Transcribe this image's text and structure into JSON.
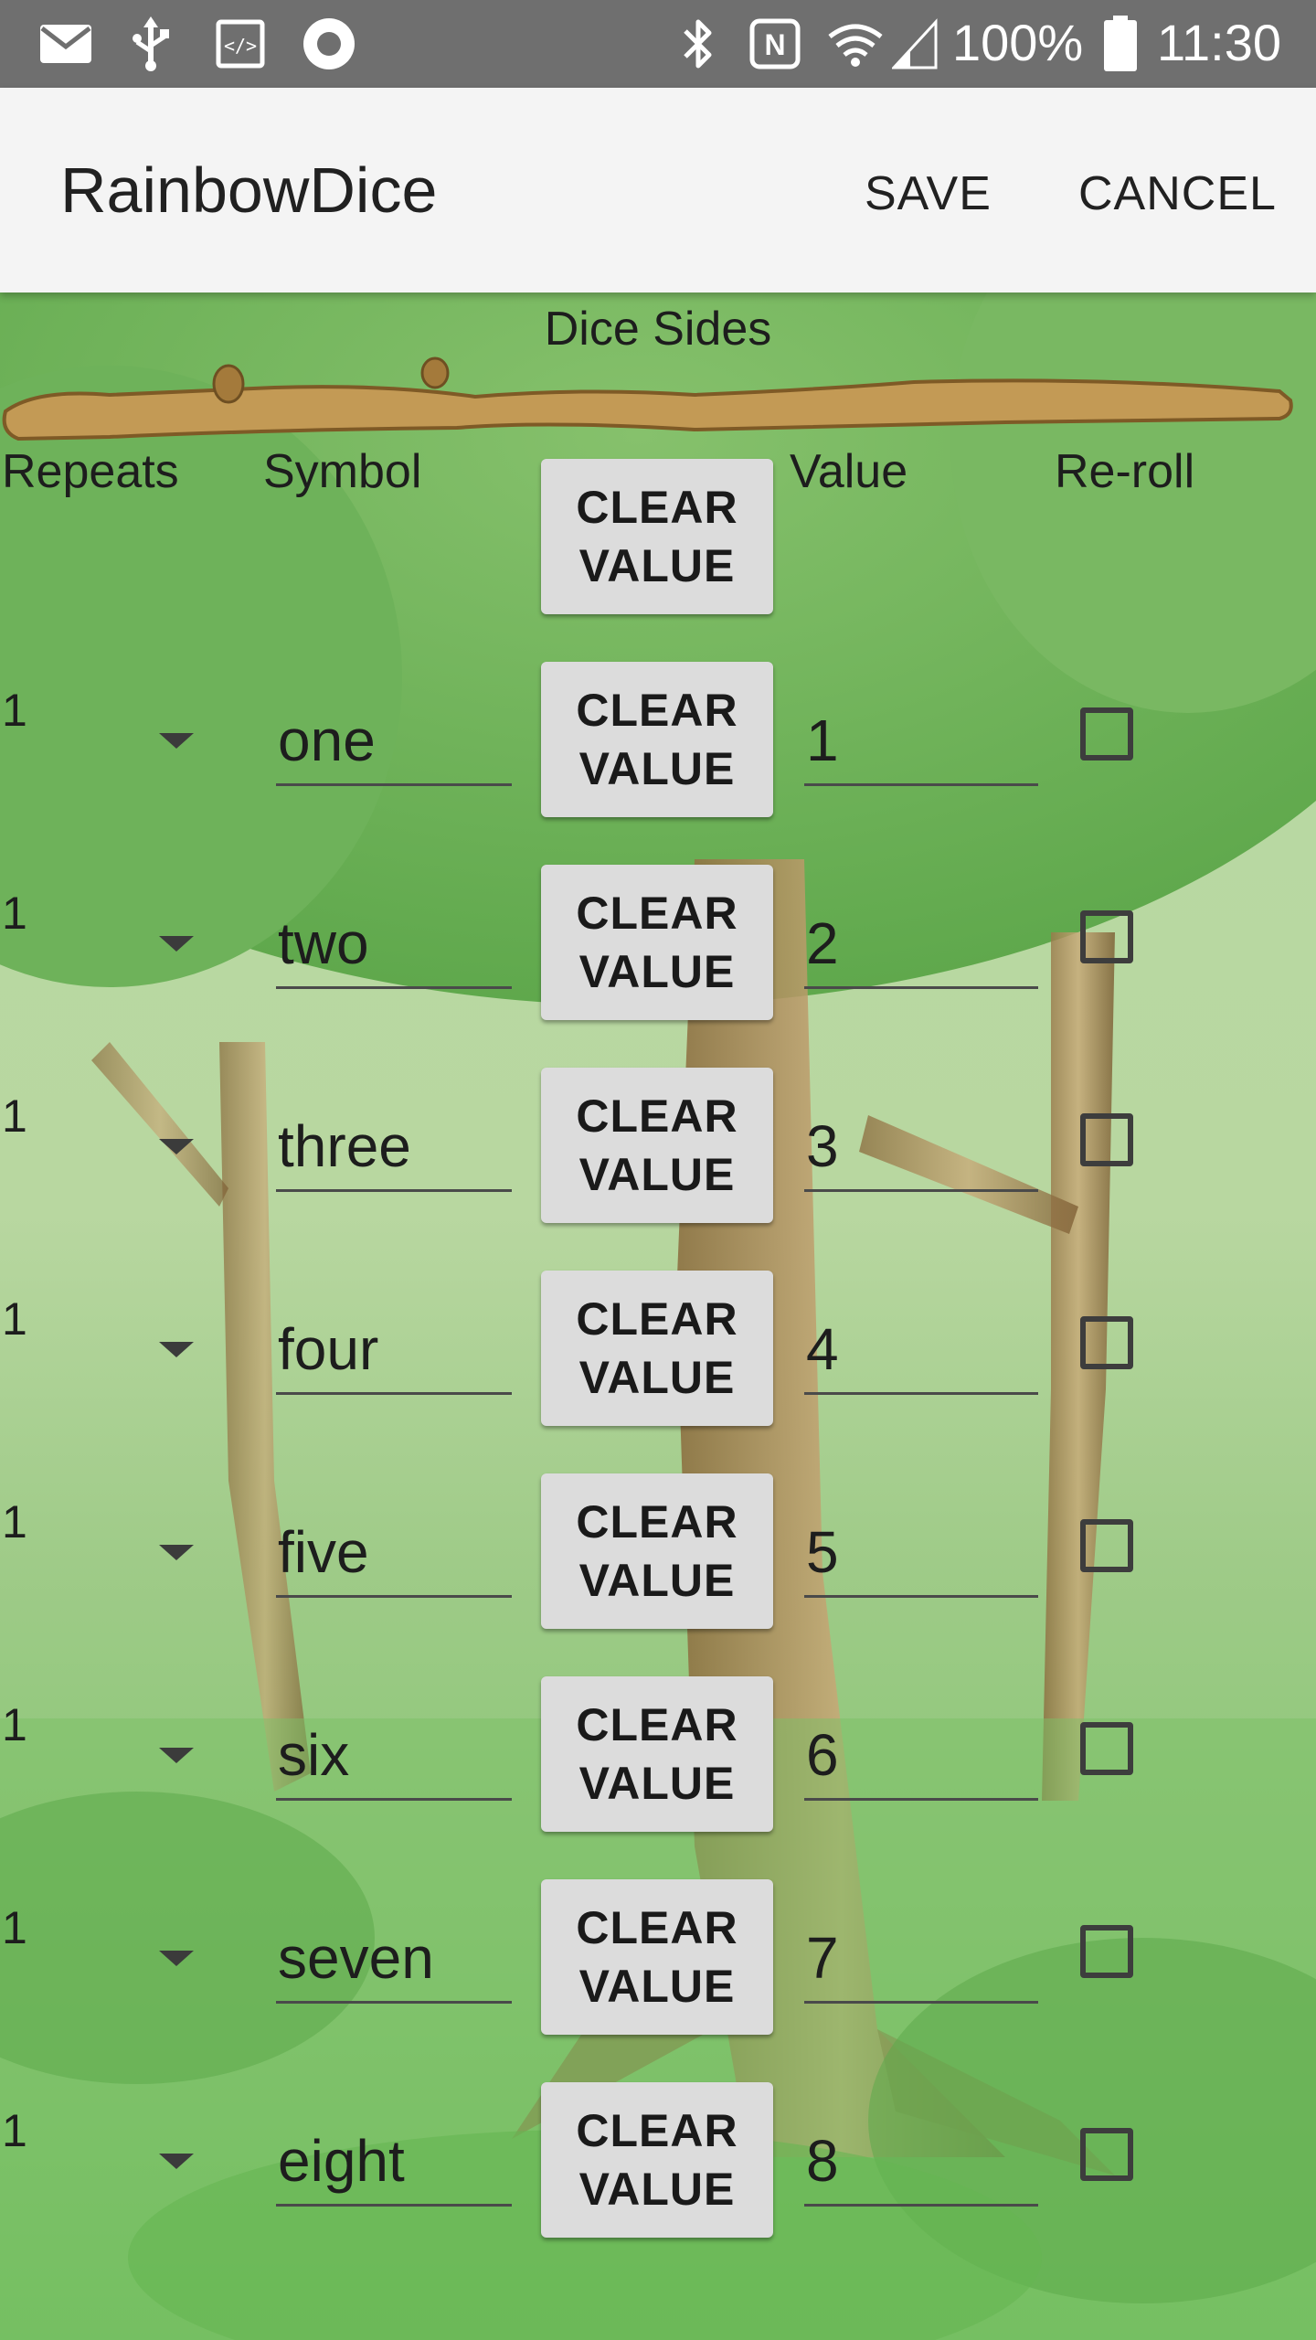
{
  "status_bar": {
    "icons": [
      "mail-icon",
      "usb-icon",
      "code-icon",
      "record-icon",
      "bluetooth-icon",
      "nfc-icon",
      "wifi-icon",
      "signal-icon",
      "battery-icon"
    ],
    "battery": "100%",
    "time": "11:30"
  },
  "app_bar": {
    "title": "RainbowDice",
    "save_label": "SAVE",
    "cancel_label": "CANCEL"
  },
  "section_title": "Dice Sides",
  "headers": {
    "repeats": "Repeats",
    "symbol": "Symbol",
    "value": "Value",
    "reroll": "Re-roll",
    "clear_top": [
      "CLEAR",
      "VALUE"
    ]
  },
  "clear_button": [
    "CLEAR",
    "VALUE"
  ],
  "rows": [
    {
      "repeats": "1",
      "symbol": "one",
      "value": "1",
      "reroll": false
    },
    {
      "repeats": "1",
      "symbol": "two",
      "value": "2",
      "reroll": false
    },
    {
      "repeats": "1",
      "symbol": "three",
      "value": "3",
      "reroll": false
    },
    {
      "repeats": "1",
      "symbol": "four",
      "value": "4",
      "reroll": false
    },
    {
      "repeats": "1",
      "symbol": "five",
      "value": "5",
      "reroll": false
    },
    {
      "repeats": "1",
      "symbol": "six",
      "value": "6",
      "reroll": false
    },
    {
      "repeats": "1",
      "symbol": "seven",
      "value": "7",
      "reroll": false
    },
    {
      "repeats": "1",
      "symbol": "eight",
      "value": "8",
      "reroll": false
    }
  ],
  "colors": {
    "status_bar": "#6f6f6f",
    "app_bar": "#f4f4f4",
    "button": "#dcdcdc",
    "foliage": "#6fb85e",
    "meadow": "#a9cf96"
  }
}
